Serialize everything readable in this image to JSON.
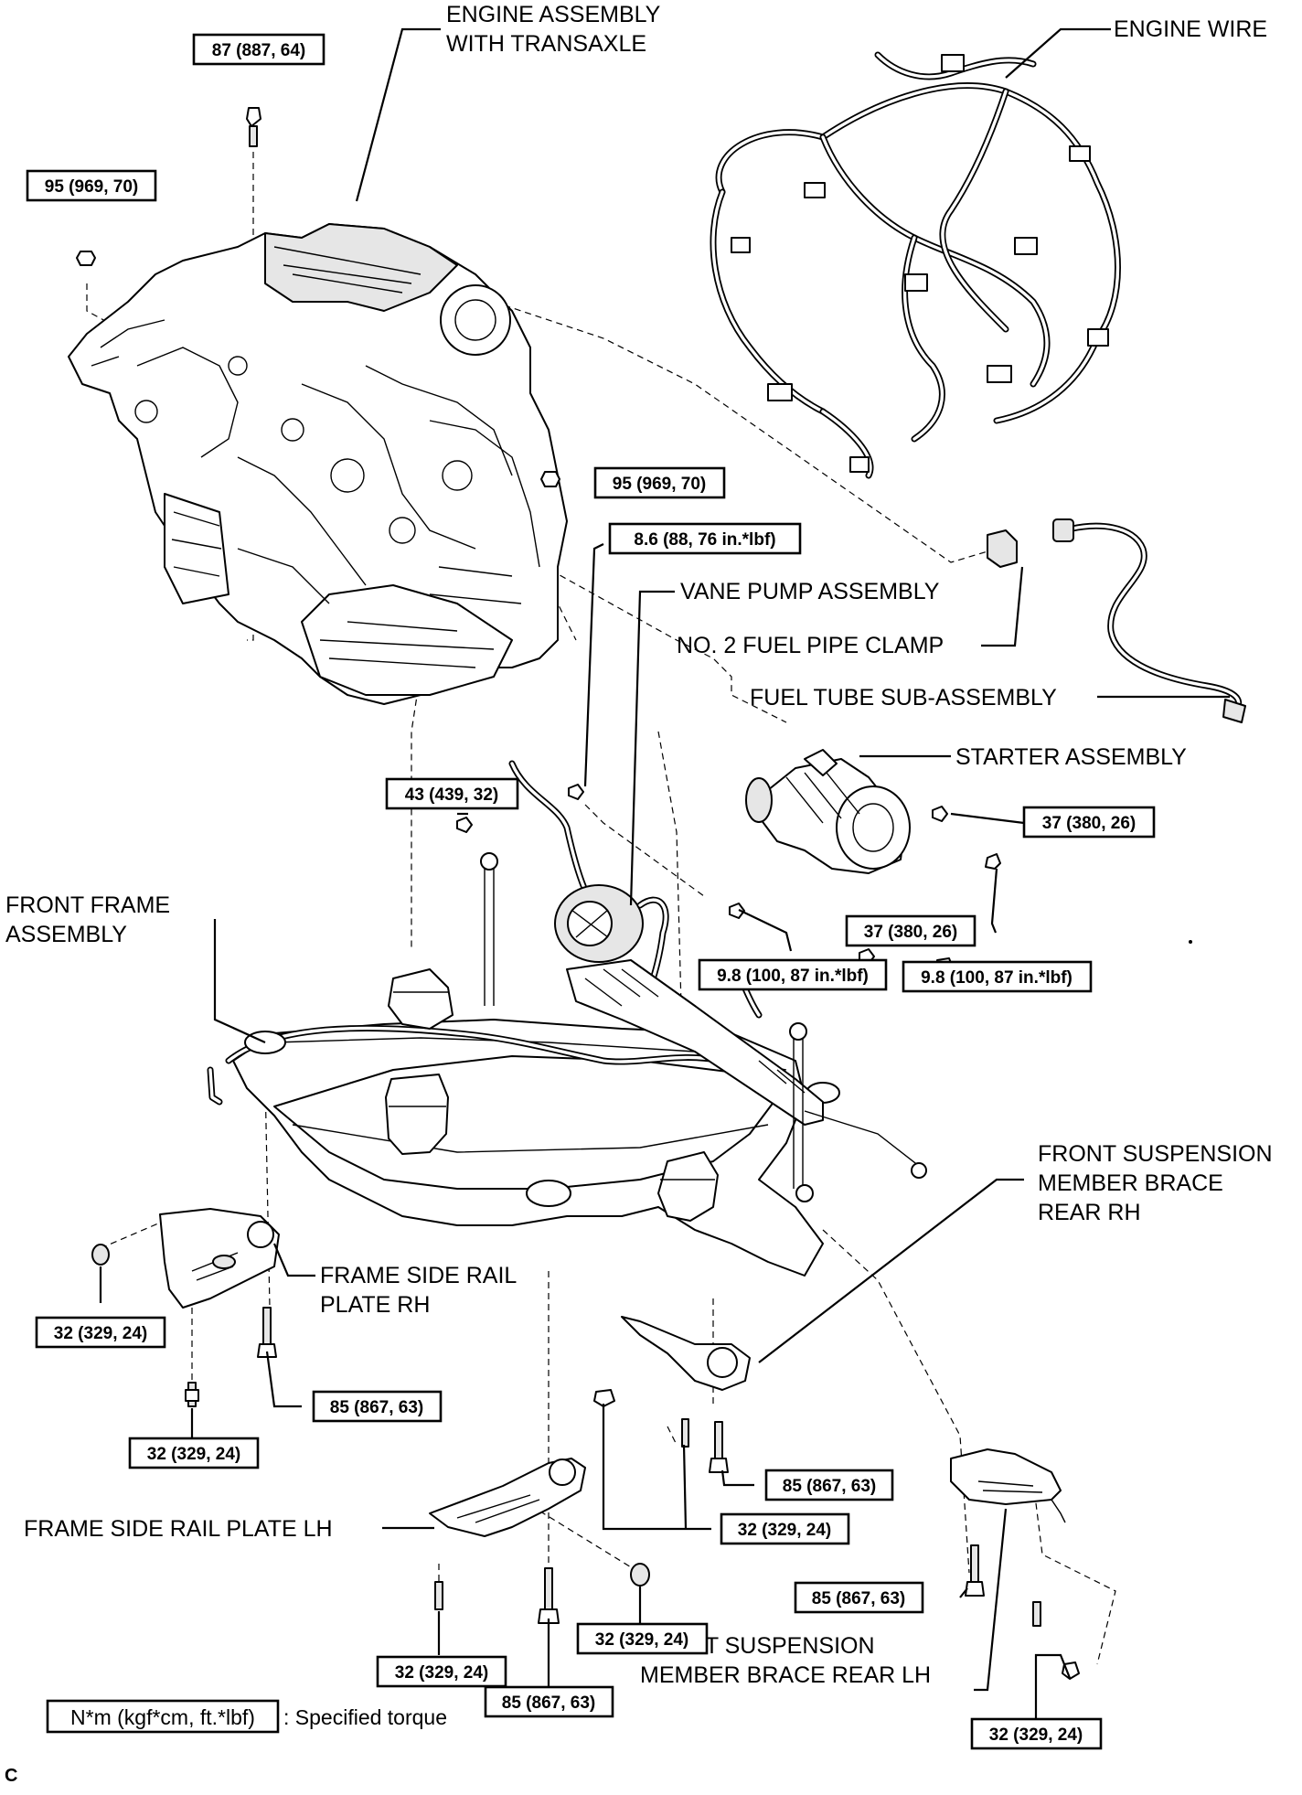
{
  "labels": {
    "engine_assembly_line1": "ENGINE ASSEMBLY",
    "engine_assembly_line2": "WITH TRANSAXLE",
    "engine_wire": "ENGINE WIRE",
    "vane_pump": "VANE PUMP ASSEMBLY",
    "no2_fuel_pipe_clamp": "NO. 2 FUEL PIPE CLAMP",
    "fuel_tube": "FUEL TUBE SUB-ASSEMBLY",
    "starter": "STARTER ASSEMBLY",
    "front_frame_line1": "FRONT FRAME",
    "front_frame_line2": "ASSEMBLY",
    "brace_rear_rh_line1": "FRONT SUSPENSION",
    "brace_rear_rh_line2": "MEMBER BRACE",
    "brace_rear_rh_line3": "REAR RH",
    "frame_rail_rh_line1": "FRAME SIDE RAIL",
    "frame_rail_rh_line2": "PLATE RH",
    "frame_rail_lh": "FRAME SIDE RAIL PLATE LH",
    "brace_rear_lh_line1": "FRONT SUSPENSION",
    "brace_rear_lh_line2": "MEMBER BRACE REAR LH"
  },
  "torques": {
    "t87": "87 (887, 64)",
    "t95": "95 (969, 70)",
    "t86": "8.6 (88, 76 in.*lbf)",
    "t43": "43 (439, 32)",
    "t37": "37 (380, 26)",
    "t98": "9.8 (100, 87 in.*lbf)",
    "t32": "32 (329, 24)",
    "t85": "85 (867, 63)"
  },
  "legend": {
    "box_text": "N*m (kgf*cm, ft.*lbf)",
    "description": ": Specified torque"
  },
  "figure_code": "C"
}
